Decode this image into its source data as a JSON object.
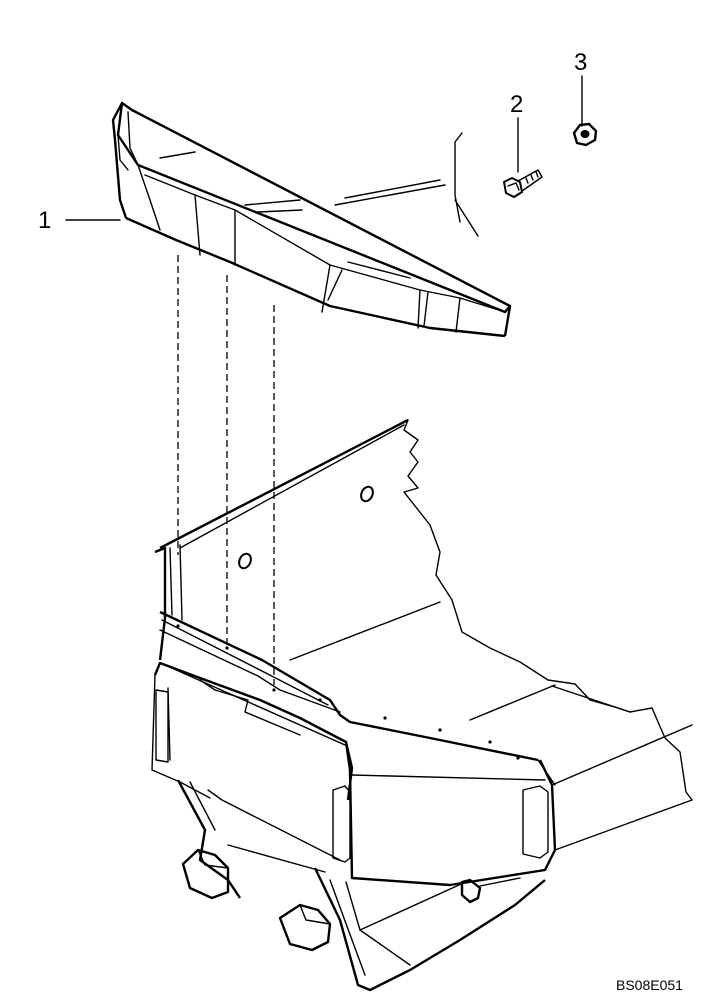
{
  "callouts": [
    {
      "number": "1",
      "part": "bumper"
    },
    {
      "number": "2",
      "part": "bolt"
    },
    {
      "number": "3",
      "part": "nut"
    }
  ],
  "drawing_code": "BS08E051"
}
